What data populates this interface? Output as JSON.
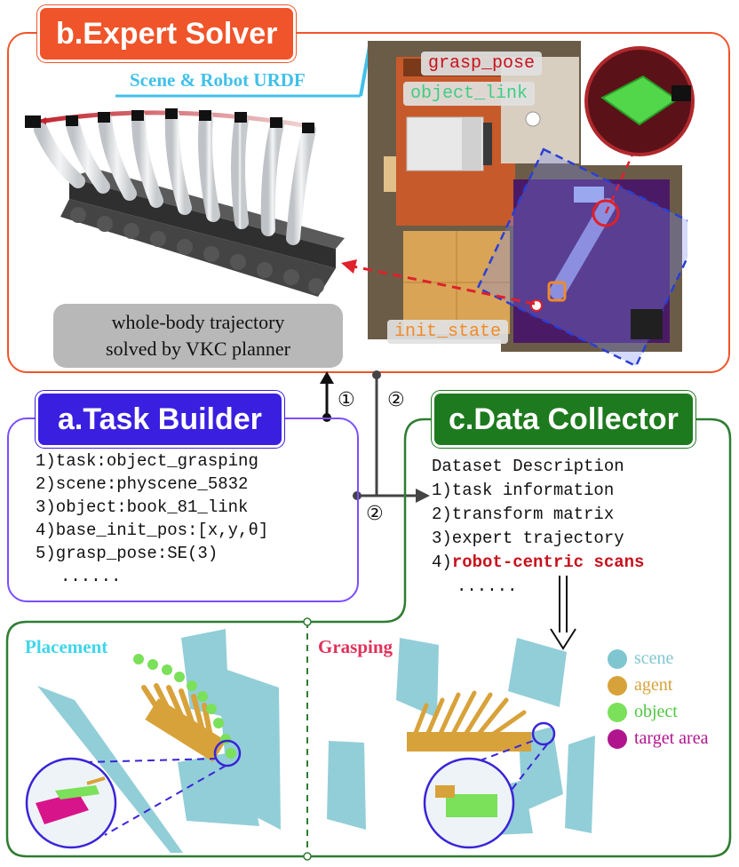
{
  "colors": {
    "expert": "#f0542a",
    "builder": "#3a1fe0",
    "builder_border": "#7c4dff",
    "collector": "#1e7a1e",
    "scene": "#7fc6d1",
    "agent": "#d8a23a",
    "object": "#7be05a",
    "target": "#b0158e",
    "highlight": "#c8121d"
  },
  "expert": {
    "title": "b.Expert Solver",
    "urdf_label": "Scene & Robot URDF",
    "trajectory_caption": [
      "whole-body trajectory",
      "solved by VKC planner"
    ],
    "tags": {
      "grasp": "grasp_pose",
      "object": "object_link",
      "init": "init_state"
    }
  },
  "builder": {
    "title": "a.Task Builder",
    "items": [
      "1)task:object_grasping",
      "2)scene:physcene_5832",
      "3)object:book_81_link",
      "4)base_init_pos:[x,y,θ]",
      "5)grasp_pose:SE(3)",
      "......"
    ]
  },
  "collector": {
    "title": "c.Data Collector",
    "heading": "Dataset Description",
    "items": [
      "1)task information",
      "2)transform matrix",
      "3)expert trajectory"
    ],
    "highlight_prefix": "4)",
    "highlight_text": "robot-centric scans",
    "ellipsis": "......"
  },
  "flow": {
    "step1": "①",
    "step2": "②"
  },
  "scans": {
    "placement_label": "Placement",
    "grasping_label": "Grasping",
    "legend": [
      {
        "label": "scene",
        "color": "#7fc6d1"
      },
      {
        "label": "agent",
        "color": "#d8a23a"
      },
      {
        "label": "object",
        "color": "#7be05a"
      },
      {
        "label": "target area",
        "color": "#b0158e"
      }
    ]
  }
}
